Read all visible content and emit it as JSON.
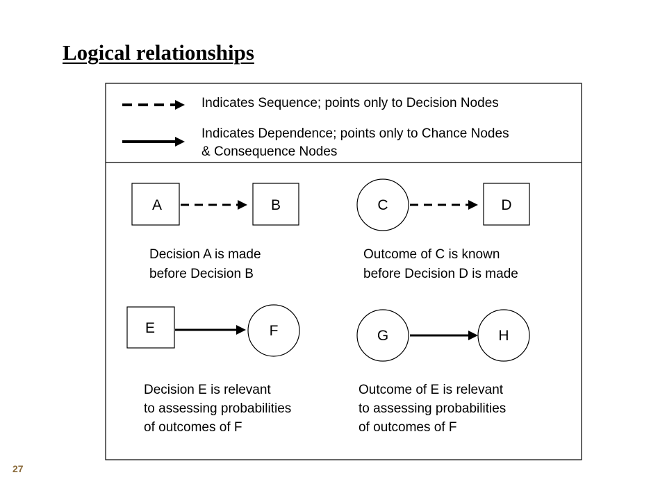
{
  "slide": {
    "title": "Logical relationships",
    "number": "27"
  },
  "legend": {
    "sequence_line1": "Indicates Sequence; points only to Decision Nodes",
    "dependence_line1": "Indicates Dependence; points only to Chance Nodes",
    "dependence_line2": "& Consequence Nodes"
  },
  "nodes": {
    "A": "A",
    "B": "B",
    "C": "C",
    "D": "D",
    "E": "E",
    "F": "F",
    "G": "G",
    "H": "H"
  },
  "captions": {
    "ab": [
      "Decision A is made",
      "before Decision B"
    ],
    "cd": [
      "Outcome of C is known",
      "before Decision D is made"
    ],
    "ef": [
      "Decision E is relevant",
      "to assessing probabilities",
      "of outcomes of F"
    ],
    "gh": [
      "Outcome of E is relevant",
      "to assessing probabilities",
      "of outcomes of F"
    ]
  }
}
